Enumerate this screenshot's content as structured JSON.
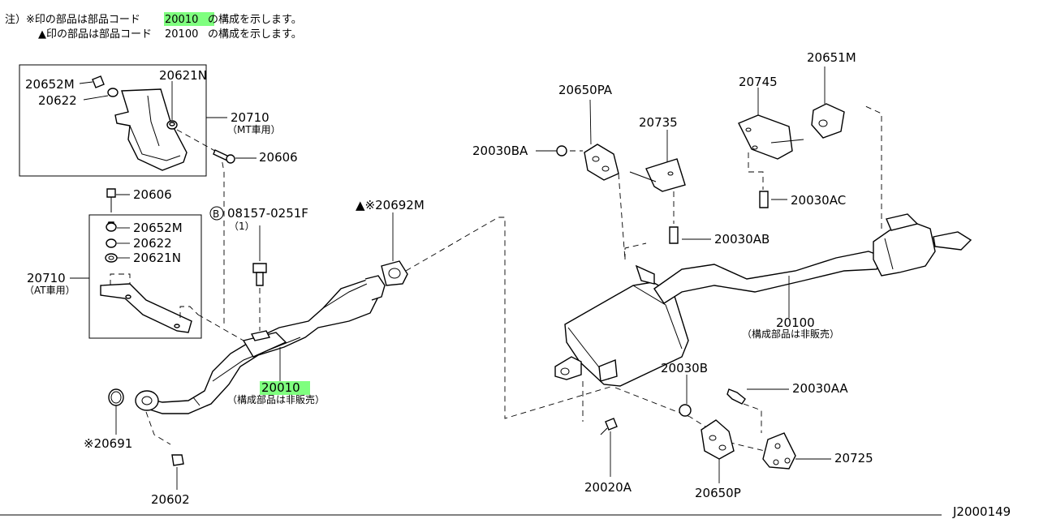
{
  "notes": {
    "line1_prefix": "注）※印の部品は部品コード",
    "line1_code": "20010",
    "line1_suffix": "の構成を示します。",
    "line2_prefix": "▲印の部品は部品コード",
    "line2_code": "20100",
    "line2_suffix": "の構成を示します。"
  },
  "parts": {
    "p20652M_top": "20652M",
    "p20622_top": "20622",
    "p20621N_top": "20621N",
    "p20710_mt": "20710",
    "p20710_mt_sub": "（MT車用）",
    "p20606_top": "20606",
    "p20606_mid": "20606",
    "p20652M_mid": "20652M",
    "p20622_mid": "20622",
    "p20621N_mid": "20621N",
    "p20710_at": "20710",
    "p20710_at_sub": "（AT車用）",
    "bolt_b_code": "08157-0251F",
    "bolt_b_qty": "（1）",
    "bolt_b_mark": "B",
    "p20692M": "▲※20692M",
    "p20010": "20010",
    "p20010_sub": "（構成部品は非販売）",
    "p20691": "※20691",
    "p20602": "20602",
    "p20650PA": "20650PA",
    "p20030BA": "20030BA",
    "p20735": "20735",
    "p20030AB": "20030AB",
    "p20745": "20745",
    "p20651M": "20651M",
    "p20030AC": "20030AC",
    "p20100": "20100",
    "p20100_sub": "（構成部品は非販売）",
    "p20030B": "20030B",
    "p20030AA": "20030AA",
    "p20020A": "20020A",
    "p20650P": "20650P",
    "p20725": "20725"
  },
  "figure_id": "J2000149",
  "colors": {
    "highlight": "#7fff7f",
    "ink": "#000000",
    "background": "#ffffff"
  }
}
